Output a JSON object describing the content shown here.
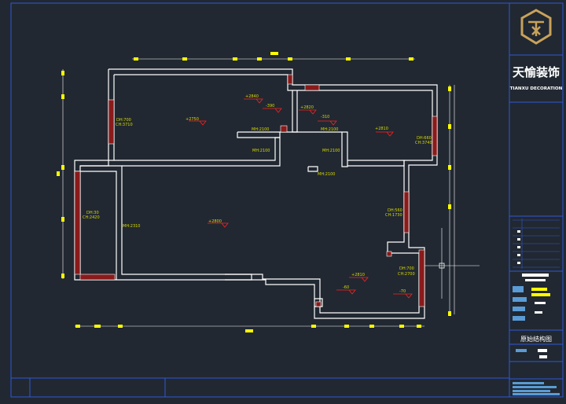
{
  "colors": {
    "background": "#212831",
    "frame": "#2f57d6",
    "wall": "#ffffff",
    "window_fill": "#8b1a1a",
    "marker": "#ffff00",
    "label": "#d8d800",
    "level_red": "#ff2020",
    "logo_gold": "#c9a25a"
  },
  "title_block": {
    "company_cn": "天愉装饰",
    "company_en": "TIANXU DECORATION",
    "drawing_title": "原始结构图"
  },
  "annotations": {
    "bedroom1_dh": "DH:700",
    "bedroom1_ch": "CH:3710",
    "bedroom1_level": "+2750",
    "bedroom1_level_a": "+2840",
    "bedroom1_level_b": "-390",
    "door1_mh": "MH:2100",
    "door2_mh": "MH:2100",
    "door3_mh": "MH:2100",
    "door4_mh": "MH:2100",
    "door5_mh": "MH:2100",
    "bedroom2_level_a": "+2820",
    "bedroom2_level_b": "-310",
    "bedroom2_level": "+2810",
    "bedroom2_dh": "DH:660",
    "bedroom2_ch": "CH:3740",
    "balcony_dh": "DH:30",
    "balcony_ch": "CH:2420",
    "living_mh": "MH:2310",
    "living_level": "+2800",
    "right_dh": "DH:560",
    "right_ch": "CH:1730",
    "kitchen_dh": "DH:700",
    "kitchen_ch": "CH:2700",
    "kitchen_level": "+2810",
    "bath_level": "-60",
    "kitchen_level_b": "-70"
  }
}
